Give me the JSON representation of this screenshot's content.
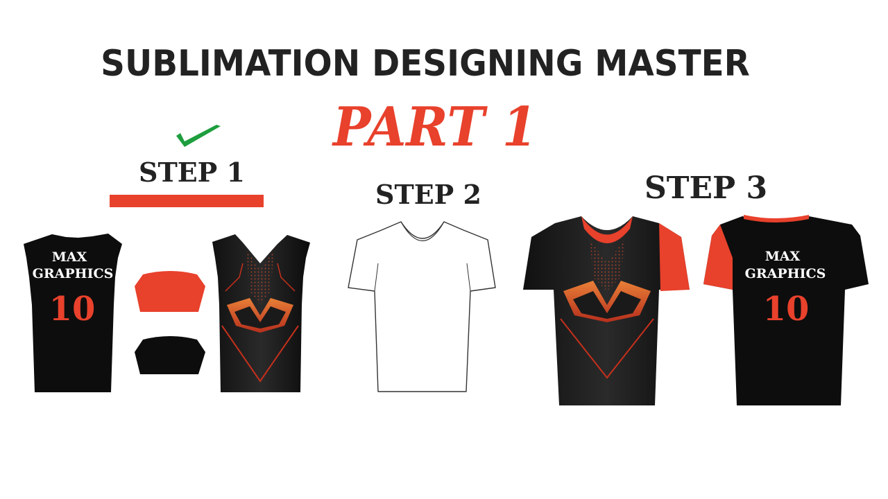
{
  "header": {
    "title": "SUBLIMATION DESIGNING MASTER",
    "subtitle": "PART 1"
  },
  "steps": [
    {
      "label": "STEP 1",
      "done": true
    },
    {
      "label": "STEP 2",
      "done": false
    },
    {
      "label": "STEP 3",
      "done": false
    }
  ],
  "jersey": {
    "team_name_line1": "MAX",
    "team_name_line2": "GRAPHICS",
    "number": "10"
  },
  "colors": {
    "accent_red": "#e8412c",
    "check_green": "#1e9e3e",
    "jersey_black": "#0d0d0d",
    "text_dark": "#222222"
  }
}
